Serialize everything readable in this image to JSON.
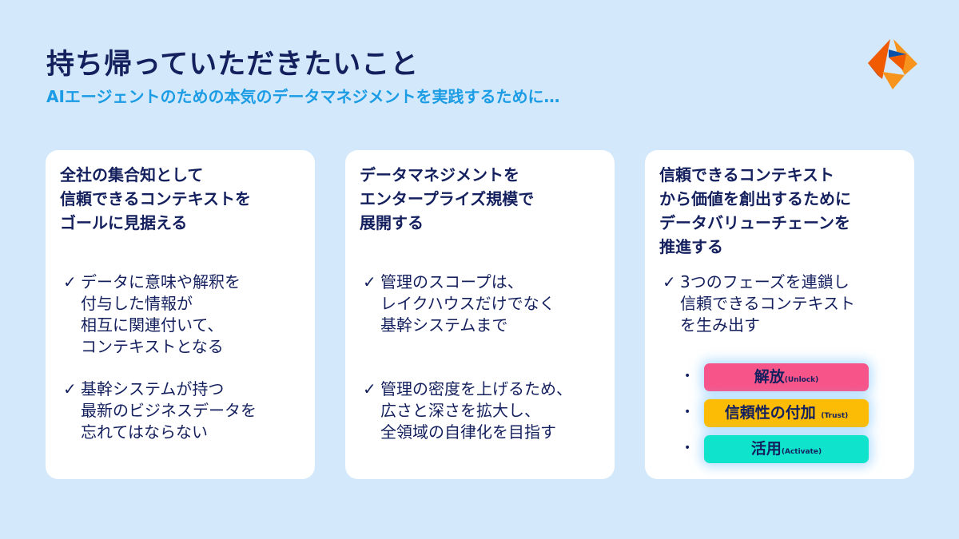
{
  "title": "持ち帰っていただきたいこと",
  "subtitle": "AIエージェントのための本気のデータマネジメントを実践するために…",
  "logo": {
    "icon": "diamond-logo",
    "colors": [
      "#f05a00",
      "#f7941d",
      "#0a4fa8"
    ]
  },
  "cards": [
    {
      "heading": "全社の集合知として\n信頼できるコンテキストを\nゴールに見据える",
      "points": [
        "データに意味や解釈を\n付与した情報が\n相互に関連付いて、\nコンテキストとなる",
        "基幹システムが持つ\n最新のビジネスデータを\n忘れてはならない"
      ]
    },
    {
      "heading": "データマネジメントを\nエンタープライズ規模で\n展開する",
      "points": [
        "管理のスコープは、\nレイクハウスだけでなく\n基幹システムまで",
        "管理の密度を上げるため、\n広さと深さを拡大し、\n全領域の自律化を目指す"
      ]
    },
    {
      "heading": "信頼できるコンテキスト\nから価値を創出するために\nデータバリューチェーンを\n推進する",
      "points": [
        "3つのフェーズを連鎖し\n信頼できるコンテキスト\nを生み出す"
      ],
      "phases": [
        {
          "label": "解放",
          "en": "(Unlock)",
          "color": "#f7558a"
        },
        {
          "label": "信頼性の付加",
          "en": "(Trust)",
          "color": "#fcbc05"
        },
        {
          "label": "活用",
          "en": "(Activate)",
          "color": "#0fe3cc"
        }
      ]
    }
  ],
  "check": "✓",
  "bullet": "•"
}
